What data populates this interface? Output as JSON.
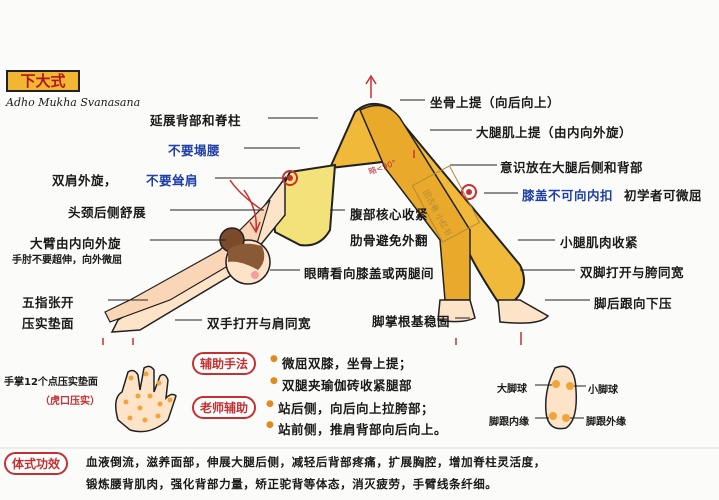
{
  "title": "下大式",
  "subtitle": "Adho Mukha Svanasana",
  "labels_left": {
    "spine": "延展背部和脊柱",
    "no_waist": "不要塌腰",
    "shoulders": "双肩外旋，",
    "no_shrug": "不要耸肩",
    "neck": "头颈后侧舒展",
    "arm_rotate": "大臂由内向外旋",
    "elbow": "手肘不要超伸，向外微屈",
    "fingers": "五指张开",
    "press_mat": "压实垫面"
  },
  "labels_right": {
    "tailbone": "坐骨上提（向后向上）",
    "thigh_lift": "大腿肌上提（由内向外旋）",
    "hamstring": "意识放在大腿后侧和背部",
    "knee": "膝盖不可向内扣",
    "knee_tail": "初学者可微屈",
    "calf": "小腿肌肉收紧",
    "feet_width": "双脚打开与胯同宽",
    "heels": "脚后跟向下压"
  },
  "labels_center": {
    "core": "腹部核心收紧",
    "ribs": "肋骨避免外翻",
    "eyes": "眼睛看向膝盖或两腿间",
    "hands_width": "双手打开与肩同宽",
    "root": "脚掌根基稳固",
    "angle": "略<90°",
    "watermark": "回古巷 小红书"
  },
  "assist": {
    "label": "辅助手法",
    "line1": "微屈双膝，坐骨上提；",
    "line2": "双腿夹瑜伽砖收紧腿部",
    "teacher_label": "老师辅助",
    "teacher_line1": "站后侧，向后向上拉胯部；",
    "teacher_line2": "站前侧，推肩背部向后向上。"
  },
  "hand": {
    "title": "手掌12个点压实垫面",
    "note": "（虎口压实）"
  },
  "foot": {
    "big_ball": "大脚球",
    "small_ball": "小脚球",
    "inner_edge": "脚跟内缘",
    "outer_edge": "脚跟外缘"
  },
  "benefits": {
    "label": "体式功效",
    "line1": "血液倒流，滋养面部，伸展大腿后侧，减轻后背部疼痛，扩展胸腔，增加脊柱灵活度，",
    "line2": "锻炼腰背肌肉，强化背部力量，矫正驼背等体态，消灭疲劳，手臂线条纤细。"
  },
  "colors": {
    "pants": "#f0b93a",
    "top": "#f3e27a",
    "skin": "#fde3c8",
    "accent": "#c63030",
    "title_bg": "#f2b632"
  }
}
